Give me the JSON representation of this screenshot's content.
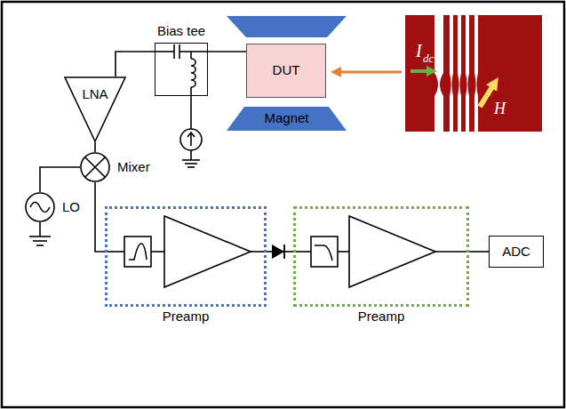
{
  "diagram": {
    "nodes": [
      {
        "text": [
          "Bias tee"
        ]
      },
      {
        "text": [
          "DUT"
        ]
      },
      {
        "text": [
          "Magnet"
        ]
      },
      {
        "text": [
          "LNA"
        ]
      },
      {
        "text": [
          "Mixer"
        ]
      },
      {
        "text": [
          "LO"
        ]
      },
      {
        "text": [
          "Preamp"
        ]
      },
      {
        "text": [
          "Preamp"
        ]
      },
      {
        "text": [
          "ADC"
        ]
      }
    ],
    "edges": [
      {
        "from": 1,
        "to": 0,
        "arrow": "none"
      },
      {
        "from": 0,
        "to": 3,
        "arrow": "none"
      },
      {
        "from": 3,
        "to": 4,
        "arrow": "none"
      },
      {
        "from": 5,
        "to": 4,
        "arrow": "none"
      },
      {
        "from": 4,
        "to": 6,
        "arrow": "none"
      },
      {
        "from": 6,
        "to": 7,
        "arrow": "none"
      },
      {
        "from": 7,
        "to": 8,
        "arrow": "none"
      }
    ],
    "labels": [
      "I",
      "dc",
      "H"
    ]
  }
}
